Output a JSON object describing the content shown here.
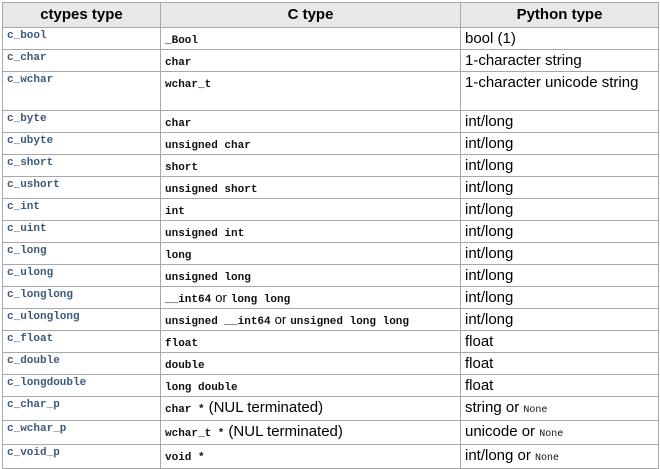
{
  "table": {
    "headers": [
      "ctypes type",
      "C type",
      "Python type"
    ],
    "rows": [
      {
        "ctypes": "c_bool",
        "c": "_Bool",
        "py": "bool (1)"
      },
      {
        "ctypes": "c_char",
        "c": "char",
        "py": "1-character string"
      },
      {
        "ctypes": "c_wchar",
        "c": "wchar_t",
        "py": "1-character unicode string"
      },
      {
        "ctypes": "c_byte",
        "c": "char",
        "py": "int/long"
      },
      {
        "ctypes": "c_ubyte",
        "c": "unsigned char",
        "py": "int/long"
      },
      {
        "ctypes": "c_short",
        "c": "short",
        "py": "int/long"
      },
      {
        "ctypes": "c_ushort",
        "c": "unsigned short",
        "py": "int/long"
      },
      {
        "ctypes": "c_int",
        "c": "int",
        "py": "int/long"
      },
      {
        "ctypes": "c_uint",
        "c": "unsigned int",
        "py": "int/long"
      },
      {
        "ctypes": "c_long",
        "c": "long",
        "py": "int/long"
      },
      {
        "ctypes": "c_ulong",
        "c": "unsigned long",
        "py": "int/long"
      },
      {
        "ctypes": "c_longlong",
        "c": "__int64",
        "c_or": "or",
        "c2": "long long",
        "py": "int/long"
      },
      {
        "ctypes": "c_ulonglong",
        "c": "unsigned __int64",
        "c_or": "or",
        "c2": "unsigned long long",
        "py": "int/long"
      },
      {
        "ctypes": "c_float",
        "c": "float",
        "py": "float"
      },
      {
        "ctypes": "c_double",
        "c": "double",
        "py": "float"
      },
      {
        "ctypes": "c_longdouble",
        "c": "long double",
        "py": "float"
      },
      {
        "ctypes": "c_char_p",
        "c": "char *",
        "c_note": "(NUL terminated)",
        "py": "string or",
        "py_code": "None"
      },
      {
        "ctypes": "c_wchar_p",
        "c": "wchar_t *",
        "c_note": "(NUL terminated)",
        "py": "unicode or",
        "py_code": "None"
      },
      {
        "ctypes": "c_void_p",
        "c": "void *",
        "py": "int/long or",
        "py_code": "None"
      }
    ]
  }
}
